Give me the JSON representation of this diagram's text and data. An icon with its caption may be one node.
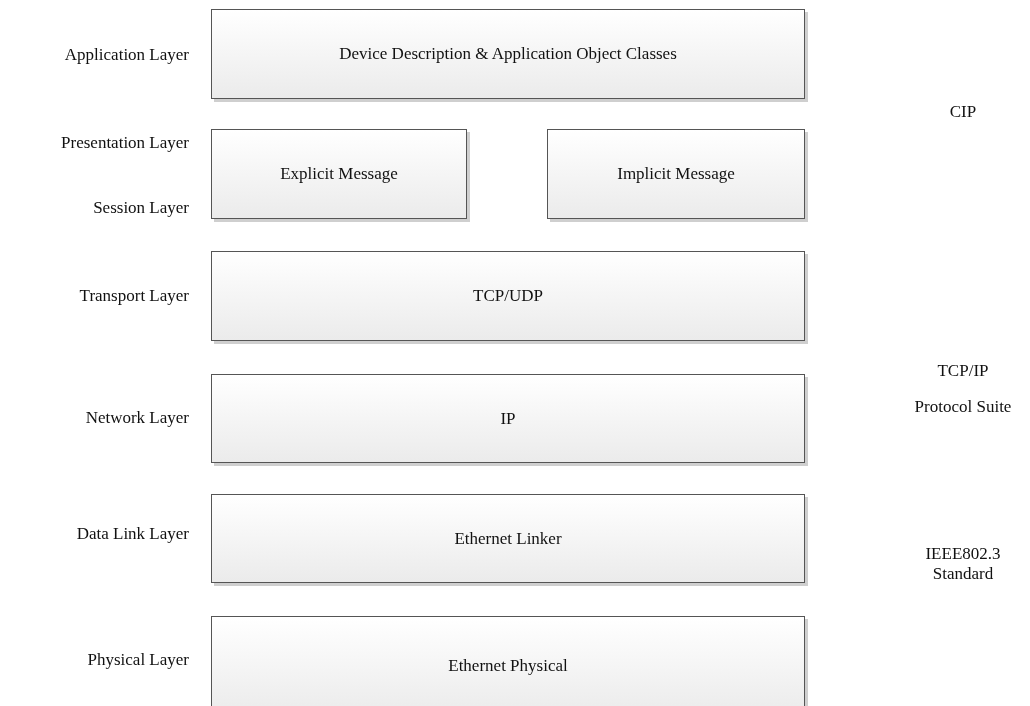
{
  "diagram": {
    "nodes": [
      {
        "text": [
          "Device Description & Application Object Classes"
        ]
      },
      {
        "text": [
          "Explicit Message"
        ]
      },
      {
        "text": [
          "Implicit Message"
        ]
      },
      {
        "text": [
          "TCP/UDP"
        ]
      },
      {
        "text": [
          "IP"
        ]
      },
      {
        "text": [
          "Ethernet Linker"
        ]
      },
      {
        "text": [
          "Ethernet Physical"
        ]
      }
    ],
    "edges": [],
    "labels": [
      "Application Layer",
      "Presentation Layer",
      "Session Layer",
      "Transport Layer",
      "Network Layer",
      "Data Link Layer",
      "Physical Layer",
      "CIP",
      "TCP/IP",
      "Protocol Suite",
      "IEEE802.3 Standard"
    ]
  }
}
